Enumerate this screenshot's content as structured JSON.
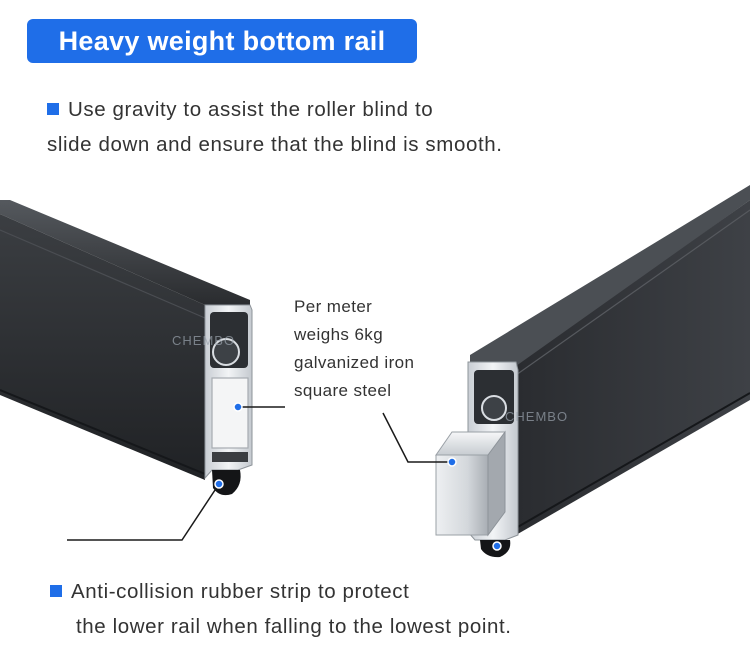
{
  "title": "Heavy weight bottom rail",
  "feature_top": {
    "line1": "Use gravity to assist the roller blind to",
    "line2": "slide down and ensure that the blind is smooth."
  },
  "callout_weight": {
    "line1": "Per meter",
    "line2": "weighs 6kg",
    "line3": "galvanized iron",
    "line4": "square steel"
  },
  "feature_bottom": {
    "line1": "Anti-collision rubber strip to protect",
    "line2": "the lower rail when falling to the lowest point."
  },
  "watermarks": [
    "CHEMBO",
    "CHEMBO"
  ],
  "colors": {
    "accent": "#1f6ee8",
    "rail_dark": "#2b2d30",
    "profile_silver": "#d9dde2",
    "steel_block": "#b9bec4"
  }
}
